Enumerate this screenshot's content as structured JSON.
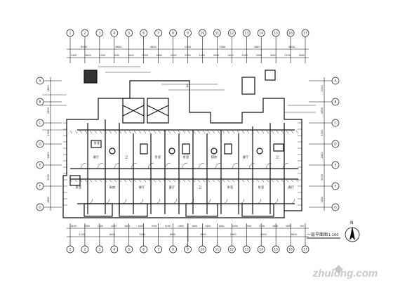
{
  "drawing": {
    "plan_label": "一层平面图",
    "scale_label": "1:100",
    "section_mark": "1",
    "north_label": "N"
  },
  "top_dimensions": [
    "2400",
    "2800",
    "1300",
    "3200",
    "3000",
    "1500",
    "4000",
    "2000",
    "2900",
    "1400",
    "3900",
    "1400",
    "2900",
    "2000",
    "3000",
    "2700",
    "1800"
  ],
  "top_overall": [
    "6500",
    "8600",
    "4800",
    "5700",
    "7900",
    "7600",
    "4800"
  ],
  "bottom_dimensions": [
    "2400",
    "3000",
    "1400",
    "1400",
    "2600",
    "1400",
    "3300",
    "1200",
    "1600",
    "1600",
    "3400",
    "1500",
    "1800",
    "3300",
    "1400",
    "1800",
    "2600",
    "700"
  ],
  "bottom_overall": [
    "2700",
    "3600",
    "3300",
    "6900",
    "7800",
    "2900",
    "3300",
    "7600"
  ],
  "left_dimensions": [
    "1800",
    "1400",
    "1500",
    "2400",
    "3100",
    "4800"
  ],
  "right_dimensions": [
    "2100",
    "1800",
    "3300",
    "2400",
    "3000",
    "1500"
  ],
  "room_labels": [
    "卧室",
    "客厅",
    "厨房",
    "卫",
    "餐厅",
    "卧室",
    "客厅",
    "卧室",
    "卫",
    "厨房",
    "卧室",
    "客厅",
    "卧室",
    "卫",
    "客厅",
    "卧室"
  ],
  "axis_labels_top": [
    "1",
    "2",
    "3",
    "4",
    "5",
    "6",
    "7",
    "8",
    "9",
    "10",
    "11",
    "12",
    "13",
    "14",
    "15",
    "16",
    "17"
  ],
  "axis_labels_side": [
    "A",
    "B",
    "C",
    "D",
    "E",
    "F",
    "G"
  ],
  "watermark": {
    "text": "zhulong.com"
  },
  "colors": {
    "ink": "#111111",
    "background": "#ffffff",
    "watermark": "#c8c8c8"
  }
}
